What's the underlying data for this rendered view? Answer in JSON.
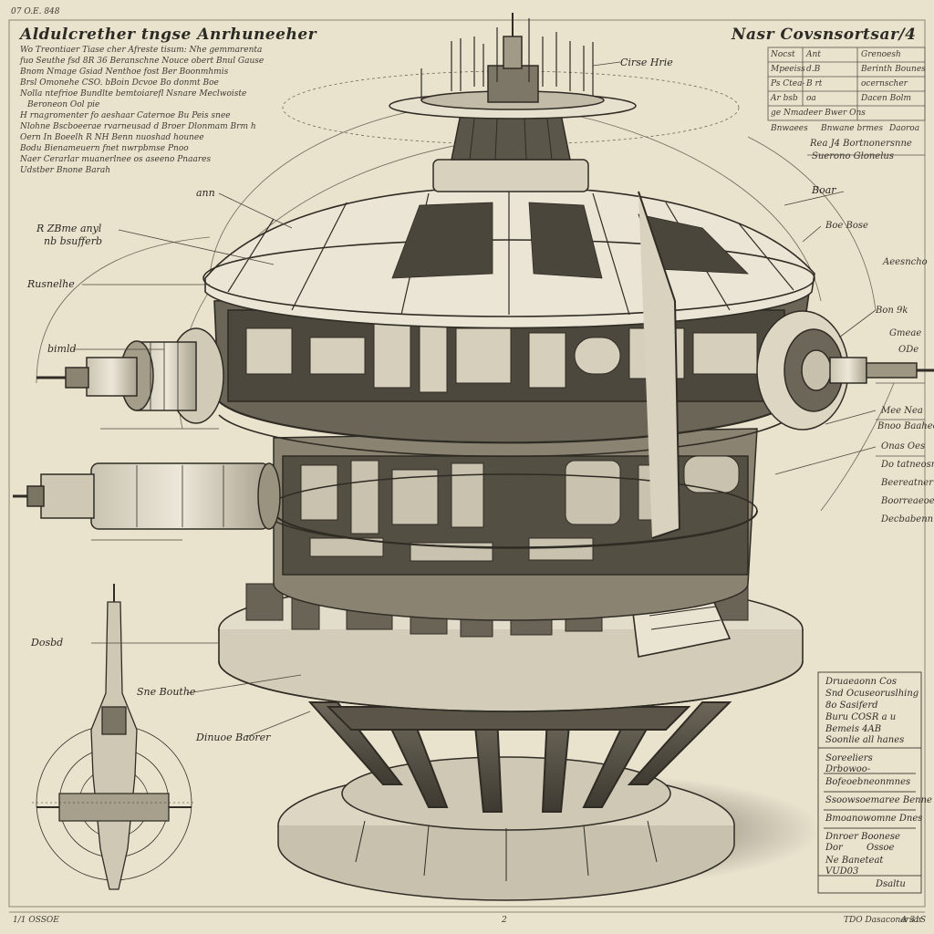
{
  "sheet": {
    "background": "#e9e2cd",
    "ink": "#2c2a24",
    "top_margin_label": "07 O.E. 848",
    "title_left": "Aldulcrether tngse Anrhuneeher",
    "title_right": "Nasr Covsnsortsar/4",
    "bottom_left_label": "1/1 OSSOE",
    "bottom_center_label": "2",
    "bottom_right_label": "TDO Dasaconarsar",
    "bottom_far_right": "A 31S"
  },
  "description_block": {
    "lines": [
      "Wo Treontiaer Tiase cher Afreste tisum: Nhe gemmarenta",
      "fuo Seuthe fsd 8R  36   Beranschne  Nouce obert Bnul  Gause",
      "Bnom Nmage Gsiad   Nenthoe fost   Ber Boonmhmis",
      "Brsl Omonehe CSO.   bBoin Dcvoe  Bo donmt Boe",
      "Nolla ntefrioe Bundlte bemtoiarefl Nsnare Meclwoiste",
      "Beroneon Ool pie",
      "H rnagromenter   fo   aeshaar     Caternoe Bu Peis snee",
      "Nlohne Bscboeerae  rvarneusad d   Broer Dlonmam  Brm h",
      "Oern In Boeelh   R  NH  Benn nuoshad hounee",
      "Bodu  Bienameuern  fnet  nwrpbmse Pnoo",
      "Naer Cerarlar   muanerlnee   os  aseeno Pnaares",
      "Udstber Bnone Barah"
    ]
  },
  "callouts_left": [
    "ann",
    "R ZBme  anyl",
    "nb bsufferb",
    "Rusnelhe",
    "bimld",
    "Dosbd",
    "Sne Bouthe",
    "Dinuoe Baorer"
  ],
  "callouts_top": [
    "Cirse Hrie",
    "Boar"
  ],
  "right_spec_table": {
    "header": [
      "Nocst",
      "Ant",
      "Grenoesh"
    ],
    "rows": [
      [
        "Mpeeiss",
        "d.B",
        "Berinth Bounes"
      ],
      [
        "Ps  Ctea-",
        "B  rt",
        "ocernscher"
      ],
      [
        "Ar  bsb",
        "oa",
        "Dacen Bolm"
      ],
      [
        "ge Nmadeer Bwer Ons",
        "",
        ""
      ],
      [
        "Bnwaees",
        "Bnwane brmes",
        "Daoroa"
      ]
    ]
  },
  "right_notes": [
    "Rea J4 Bortnonersnne",
    "Suerono  Glonelus",
    "Boe Bose",
    "Aeesncho",
    "Bon 9k",
    "Gmeae",
    "ODe",
    "Mee  Nea",
    "Bnoo  Baaheetee",
    "Onas  Oes",
    "Do tatneosnne",
    "Beereatner",
    "Boorreaeoe",
    "Decbabenn"
  ],
  "info_box": {
    "lines": [
      "Druaeaonn Cos",
      "Snd   Ocuseoruslhing",
      "8o   Sasiferd",
      "Buru  COSR  a  u",
      "Bemeis   4AB",
      "Soonlie all hanes",
      "Soreeliers",
      "Drbowoo-",
      "Bofeoebneonmnes",
      "Ssoowsoemaree Benne",
      "Bmoanowomne Dnes",
      "Dnroer   Boonese",
      "Dor",
      "Ossoe",
      "Ne Baneteat",
      "VUD03",
      "Dsaltu"
    ]
  }
}
